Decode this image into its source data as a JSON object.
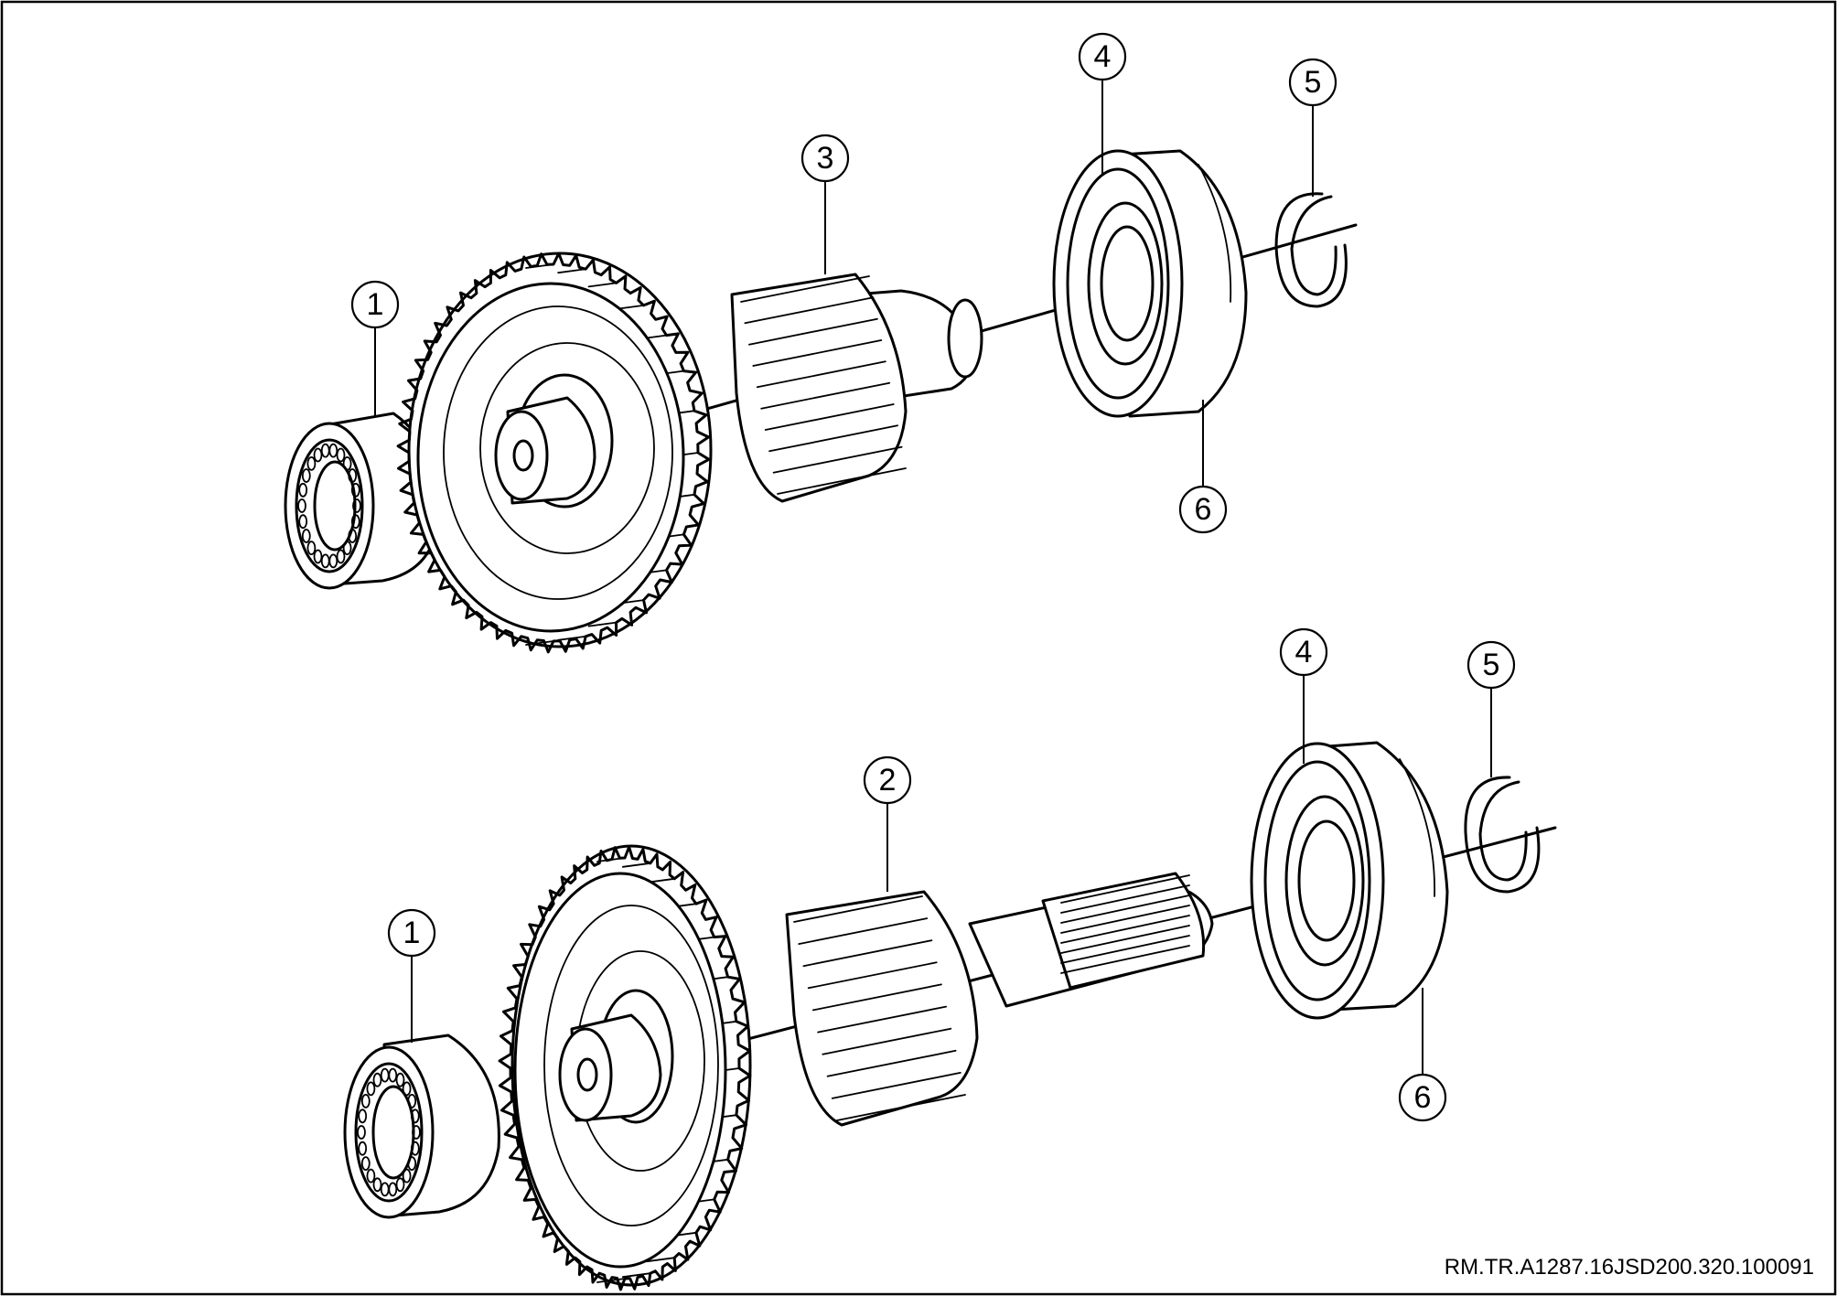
{
  "callouts": [
    {
      "id": "1",
      "label": "1"
    },
    {
      "id": "3",
      "label": "3"
    },
    {
      "id": "4",
      "label": "4"
    },
    {
      "id": "5",
      "label": "5"
    },
    {
      "id": "6",
      "label": "6"
    },
    {
      "id": "1b",
      "label": "1"
    },
    {
      "id": "2",
      "label": "2"
    },
    {
      "id": "4b",
      "label": "4"
    },
    {
      "id": "5b",
      "label": "5"
    },
    {
      "id": "6b",
      "label": "6"
    }
  ],
  "reference_code": "RM.TR.A1287.16JSD200.320.100091"
}
